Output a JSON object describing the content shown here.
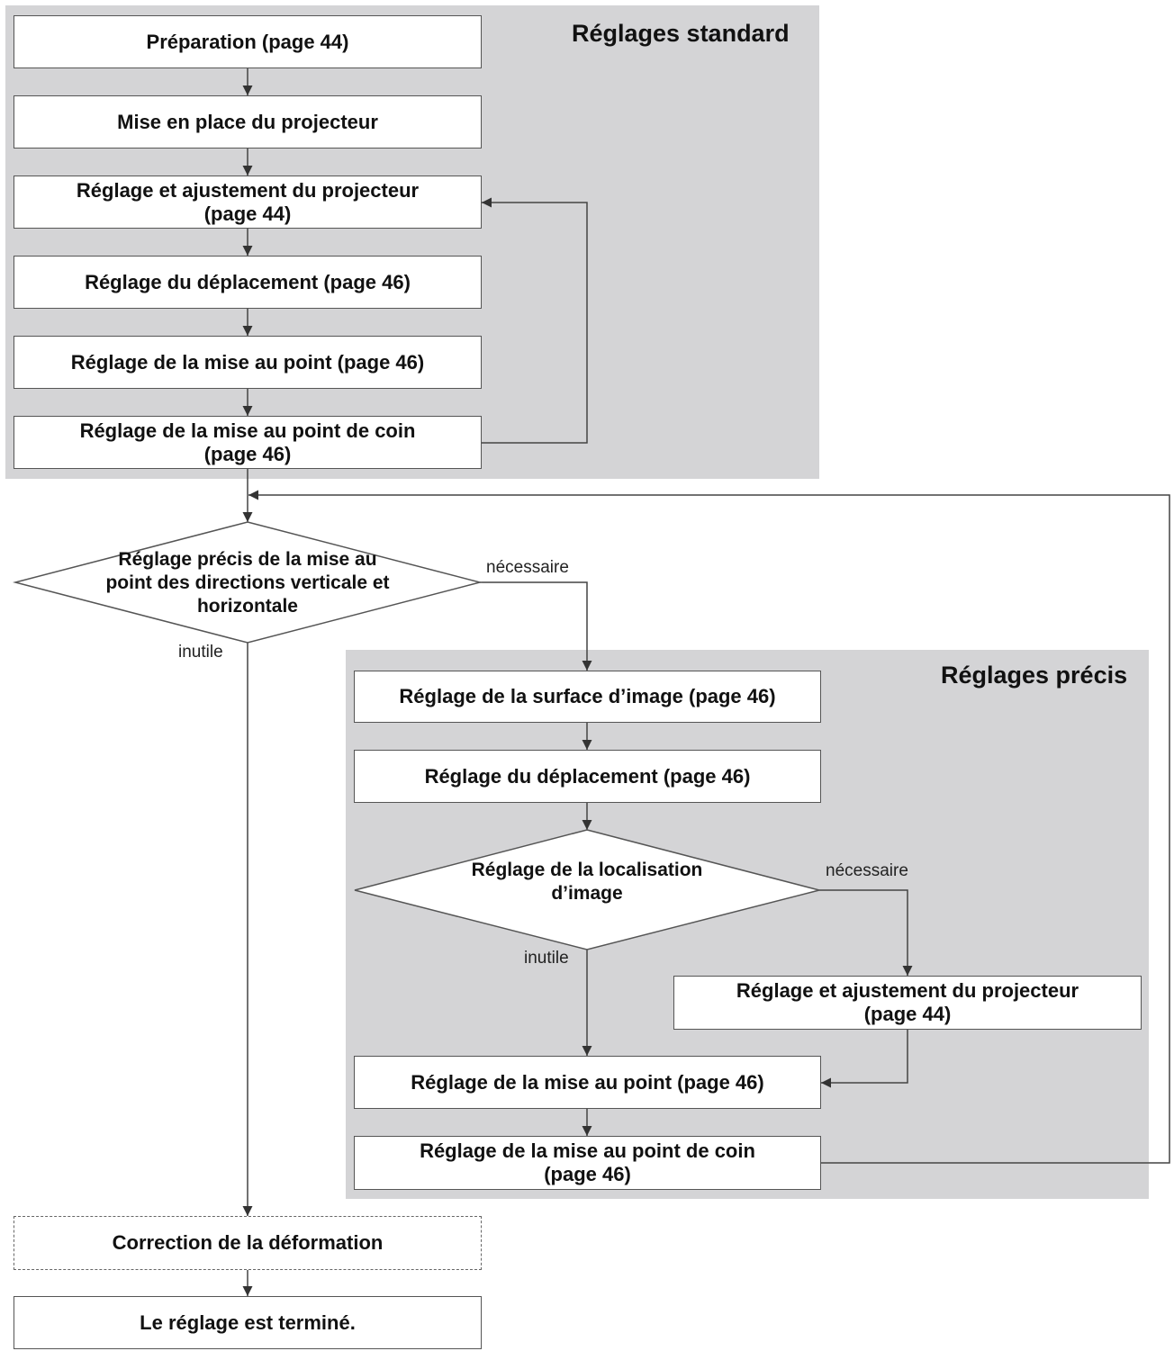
{
  "regions": {
    "standard": {
      "title": "Réglages standard"
    },
    "precise": {
      "title": "Réglages précis"
    }
  },
  "steps": {
    "preparation": "Préparation (page 44)",
    "mise_en_place": "Mise en place du projecteur",
    "reglage_ajustement_1": "Réglage et ajustement du projecteur\n(page 44)",
    "deplacement_1": "Réglage du déplacement (page 46)",
    "mise_au_point_1": "Réglage de la mise au point (page 46)",
    "mise_au_point_coin_1": "Réglage de la mise au point de coin\n(page 46)",
    "surface_image": "Réglage de la surface d’image (page 46)",
    "deplacement_2": "Réglage du déplacement (page 46)",
    "reglage_ajustement_2": "Réglage et ajustement du projecteur\n(page 44)",
    "mise_au_point_2": "Réglage de la mise au point (page 46)",
    "mise_au_point_coin_2": "Réglage de la mise au point de coin\n(page 46)",
    "correction": "Correction de la déformation",
    "termine": "Le réglage est terminé."
  },
  "decisions": {
    "precis": "Réglage précis de la mise\nau point des directions\nverticale et horizontale",
    "localisation": "Réglage de la\nlocalisation d’image"
  },
  "conditions": {
    "precis_yes": "nécessaire",
    "precis_no": "inutile",
    "localisation_yes": "nécessaire",
    "localisation_no": "inutile"
  }
}
